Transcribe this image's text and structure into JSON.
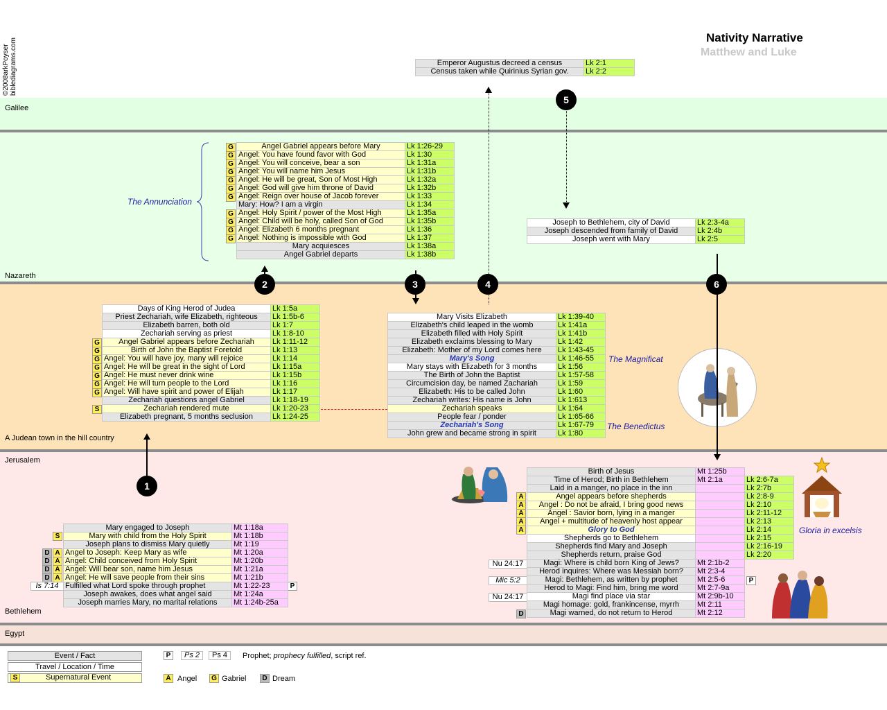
{
  "title": "Nativity Narrative",
  "subtitle": "Matthew and Luke",
  "copyright": "©2008arkPoyser",
  "site": "biblediagrams.com",
  "regions": {
    "galilee": "Galilee",
    "nazareth": "Nazareth",
    "judean": "A Judean town in the hill country",
    "jerusalem": "Jerusalem",
    "bethlehem": "Bethlehem",
    "egypt": "Egypt"
  },
  "steps": [
    "1",
    "2",
    "3",
    "4",
    "5",
    "6"
  ],
  "labels": {
    "annunciation": "The Annunciation",
    "magnificat": "The Magnificat",
    "benedictus": "The Benedictus",
    "gloria": "Gloria in excelsis"
  },
  "census": [
    {
      "text": "Emperor Augustus decreed a census",
      "ref": "Lk 2:1"
    },
    {
      "text": "Census taken while Quirinius Syrian gov.",
      "ref": "Lk 2:2"
    }
  ],
  "annunciation": [
    {
      "tag": "G",
      "text": "Angel Gabriel appears before Mary",
      "ref": "Lk 1:26-29"
    },
    {
      "tag": "G",
      "text": "Angel: You have found favor with God",
      "ref": "Lk 1:30"
    },
    {
      "tag": "G",
      "text": "Angel: You will conceive, bear a son",
      "ref": "Lk 1:31a"
    },
    {
      "tag": "G",
      "text": "Angel: You will name him Jesus",
      "ref": "Lk 1:31b"
    },
    {
      "tag": "G",
      "text": "Angel: He will be great, Son of Most High",
      "ref": "Lk 1:32a"
    },
    {
      "tag": "G",
      "text": "Angel: God will give him throne of David",
      "ref": "Lk 1:32b"
    },
    {
      "tag": "G",
      "text": "Angel: Reign over house of Jacob forever",
      "ref": "Lk 1:33"
    },
    {
      "tag": "",
      "text": "Mary:  How?  I am a virgin",
      "ref": "Lk 1:34"
    },
    {
      "tag": "G",
      "text": "Angel: Holy Spirit / power of the Most High",
      "ref": "Lk 1:35a"
    },
    {
      "tag": "G",
      "text": "Angel: Child will be holy, called Son of God",
      "ref": "Lk 1:35b"
    },
    {
      "tag": "G",
      "text": "Angel: Elizabeth 6 months pregnant",
      "ref": "Lk 1:36"
    },
    {
      "tag": "G",
      "text": "Angel: Nothing is impossible with God",
      "ref": "Lk 1:37"
    },
    {
      "tag": "",
      "text": "Mary acquiesces",
      "ref": "Lk 1:38a"
    },
    {
      "tag": "",
      "text": "Angel Gabriel departs",
      "ref": "Lk 1:38b"
    }
  ],
  "joseph_travel": [
    {
      "text": "Joseph to Bethlehem, city of David",
      "ref": "Lk 2:3-4a"
    },
    {
      "text": "Joseph descended from family of David",
      "ref": "Lk 2:4b"
    },
    {
      "text": "Joseph went with Mary",
      "ref": "Lk 2:5"
    }
  ],
  "zechariah": [
    {
      "tag": "",
      "text": "Days of King Herod of Judea",
      "ref": "Lk 1:5a"
    },
    {
      "tag": "",
      "text": "Priest Zechariah, wife Elizabeth, righteous",
      "ref": "Lk 1:5b-6"
    },
    {
      "tag": "",
      "text": "Elizabeth barren, both old",
      "ref": "Lk 1:7"
    },
    {
      "tag": "",
      "text": "Zechariah serving as priest",
      "ref": "Lk 1:8-10"
    },
    {
      "tag": "G",
      "text": "Angel Gabriel appears before Zechariah",
      "ref": "Lk 1:11-12"
    },
    {
      "tag": "G",
      "text": "Birth of John the Baptist Foretold",
      "ref": "Lk 1:13"
    },
    {
      "tag": "G",
      "text": "Angel: You will have joy, many will rejoice",
      "ref": "Lk 1:14"
    },
    {
      "tag": "G",
      "text": "Angel: He will be great in the sight of Lord",
      "ref": "Lk 1:15a"
    },
    {
      "tag": "G",
      "text": "Angel: He must never drink wine",
      "ref": "Lk 1:15b"
    },
    {
      "tag": "G",
      "text": "Angel: He will turn people to the Lord",
      "ref": "Lk 1:16"
    },
    {
      "tag": "G",
      "text": "Angel: Will have spirit and power of Elijah",
      "ref": "Lk 1:17"
    },
    {
      "tag": "",
      "text": "Zechariah questions angel Gabriel",
      "ref": "Lk 1:18-19"
    },
    {
      "tag": "S",
      "text": "Zechariah rendered mute",
      "ref": "Lk 1:20-23"
    },
    {
      "tag": "",
      "text": "Elizabeth pregnant, 5 months seclusion",
      "ref": "Lk 1:24-25"
    }
  ],
  "visit": [
    {
      "text": "Mary Visits Elizabeth",
      "ref": "Lk 1:39-40"
    },
    {
      "text": "Elizabeth's child leaped in the womb",
      "ref": "Lk 1:41a"
    },
    {
      "text": "Elizabeth filled with Holy Spirit",
      "ref": "Lk 1:41b"
    },
    {
      "text": "Elizabeth exclaims blessing to Mary",
      "ref": "Lk 1:42"
    },
    {
      "text": "Elizabeth: Mother of my Lord comes here",
      "ref": "Lk 1:43-45"
    },
    {
      "text": "Mary's Song",
      "ref": "Lk 1:46-55"
    },
    {
      "text": "Mary stays with Elizabeth for 3 months",
      "ref": "Lk 1:56"
    },
    {
      "text": "The Birth of John the Baptist",
      "ref": "Lk 1:57-58"
    },
    {
      "text": "Circumcision day, be named Zachariah",
      "ref": "Lk 1:59"
    },
    {
      "text": "Elizabeth: His to be called John",
      "ref": "Lk 1:60"
    },
    {
      "text": "Zechariah writes: His name is John",
      "ref": "Lk 1:613"
    },
    {
      "text": "Zechariah speaks",
      "ref": "Lk 1:64"
    },
    {
      "text": "People fear / ponder",
      "ref": "Lk 1:65-66"
    },
    {
      "text": "Zechariah's Song",
      "ref": "Lk 1:67-79"
    },
    {
      "text": "John grew and became strong in spirit",
      "ref": "Lk 1:80"
    }
  ],
  "matthew": [
    {
      "d": "",
      "a": "",
      "pre": "",
      "text": "Mary engaged to Joseph",
      "ref": "Mt 1:18a"
    },
    {
      "d": "",
      "a": "S",
      "pre": "",
      "text": "Mary with child from the Holy Spirit",
      "ref": "Mt 1:18b"
    },
    {
      "d": "",
      "a": "",
      "pre": "",
      "text": "Joseph plans to dismiss Mary quietly",
      "ref": "Mt 1:19"
    },
    {
      "d": "D",
      "a": "A",
      "pre": "",
      "text": "Angel to Joseph: Keep Mary as wife",
      "ref": "Mt 1:20a"
    },
    {
      "d": "D",
      "a": "A",
      "pre": "",
      "text": "Angel: Child conceived from Holy Spirit",
      "ref": "Mt 1:20b"
    },
    {
      "d": "D",
      "a": "A",
      "pre": "",
      "text": "Angel: Will bear son, name him Jesus",
      "ref": "Mt 1:21a"
    },
    {
      "d": "D",
      "a": "A",
      "pre": "",
      "text": "Angel: He will save people from their sins",
      "ref": "Mt 1:21b"
    },
    {
      "d": "",
      "a": "",
      "pre": "Is 7:14",
      "text": "Fulfilled what Lord spoke through prophet",
      "ref": "Mt 1:22-23"
    },
    {
      "d": "",
      "a": "",
      "pre": "",
      "text": "Joseph awakes, does what angel said",
      "ref": "Mt 1:24a"
    },
    {
      "d": "",
      "a": "",
      "pre": "",
      "text": "Joseph marries Mary, no marital relations",
      "ref": "Mt 1:24b-25a"
    }
  ],
  "birth": [
    {
      "tag": "",
      "pre": "",
      "text": "Birth of Jesus",
      "mt": "Mt 1:25b",
      "lk": ""
    },
    {
      "tag": "",
      "pre": "",
      "text": "Time of Herod; Birth in Bethlehem",
      "mt": "Mt 2:1a",
      "lk": "Lk 2:6-7a"
    },
    {
      "tag": "",
      "pre": "",
      "text": "Laid in a manger, no place in the inn",
      "mt": "",
      "lk": "Lk 2:7b"
    },
    {
      "tag": "A",
      "pre": "",
      "text": "Angel appears before shepherds",
      "mt": "",
      "lk": "Lk 2:8-9"
    },
    {
      "tag": "A",
      "pre": "",
      "text": "Angel : Do not be afraid, I bring good news",
      "mt": "",
      "lk": "Lk 2:10"
    },
    {
      "tag": "A",
      "pre": "",
      "text": "Angel : Savior born, lying in a manger",
      "mt": "",
      "lk": "Lk 2:11-12"
    },
    {
      "tag": "A",
      "pre": "",
      "text": "Angel + multitude of heavenly host appear",
      "mt": "",
      "lk": "Lk 2:13"
    },
    {
      "tag": "A",
      "pre": "",
      "text": "Glory to God",
      "mt": "",
      "lk": "Lk 2:14"
    },
    {
      "tag": "",
      "pre": "",
      "text": "Shepherds go to Bethlehem",
      "mt": "",
      "lk": "Lk 2:15"
    },
    {
      "tag": "",
      "pre": "",
      "text": "Shepherds find Mary and Joseph",
      "mt": "",
      "lk": "Lk 2:16-19"
    },
    {
      "tag": "",
      "pre": "",
      "text": "Shepherds return, praise God",
      "mt": "",
      "lk": "Lk 2:20"
    },
    {
      "tag": "",
      "pre": "Nu 24:17",
      "text": "Magi: Where is child born King of Jews?",
      "mt": "Mt 2:1b-2",
      "lk": ""
    },
    {
      "tag": "",
      "pre": "",
      "text": "Herod inquires: Where was Messiah born?",
      "mt": "Mt 2:3-4",
      "lk": ""
    },
    {
      "tag": "",
      "pre": "Mic 5:2",
      "text": "Magi: Bethlehem, as written by prophet",
      "mt": "Mt 2:5-6",
      "lk": ""
    },
    {
      "tag": "",
      "pre": "",
      "text": "Herod to Magi: Find him, bring me word",
      "mt": "Mt 2:7-9a",
      "lk": ""
    },
    {
      "tag": "",
      "pre": "Nu 24:17",
      "text": "Magi find place via star",
      "mt": "Mt 2:9b-10",
      "lk": ""
    },
    {
      "tag": "",
      "pre": "",
      "text": "Magi homage: gold, frankincense, myrrh",
      "mt": "Mt 2:11",
      "lk": ""
    },
    {
      "tag": "D",
      "pre": "",
      "text": "Magi warned, do not return to Herod",
      "mt": "Mt 2:12",
      "lk": ""
    }
  ],
  "p_marker": "P",
  "legend": {
    "event": "Event / Fact",
    "travel": "Travel / Location / Time",
    "super": "Supernatural Event",
    "super_tag": "S",
    "p": "P",
    "ps2": "Ps 2",
    "ps4": "Ps 4",
    "prophet": "Prophet; ",
    "prophecy": "prophecy fulfilled",
    "scriptref": ", script ref.",
    "a": "A",
    "angel": "Angel",
    "g": "G",
    "gabriel": "Gabriel",
    "d": "D",
    "dream": "Dream"
  },
  "colors": {
    "galilee": "#e3ffe3",
    "nazareth": "#e8ffe8",
    "judean": "#ffe3b8",
    "jerusalem": "#ffe8e8",
    "egypt": "#f6e2d8",
    "lk": "#ccff66",
    "mt": "#ffccff",
    "super": "#ffffcc",
    "event": "#e4e4e4"
  }
}
